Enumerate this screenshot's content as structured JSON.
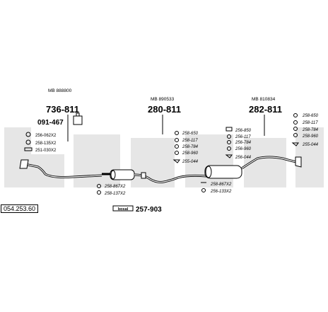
{
  "catalog_number": "054.253.60",
  "watermark": "bosal",
  "groups": [
    {
      "vehicle_ref": "MB 888800",
      "main_part": "736-811",
      "sub_part": "091-467"
    },
    {
      "vehicle_ref": "MB 890533",
      "main_part": "280-811"
    },
    {
      "vehicle_ref": "MB 810834",
      "main_part": "282-811"
    }
  ],
  "part_labels": {
    "g1": [
      "256-062X2",
      "258-135X2",
      "251-030X2"
    ],
    "g2_upper": [
      "258-650",
      "258-117",
      "258-784",
      "258-960",
      "255-044"
    ],
    "g2_lower": [
      "258-867X2",
      "258-137X2"
    ],
    "g3_mid": [
      "256-850",
      "256-117",
      "256-784",
      "256-960",
      "256-044"
    ],
    "g3_low": [
      "258-867X2",
      "256-133X2"
    ],
    "g4": [
      "258-650",
      "258-117",
      "258-784",
      "258-960",
      "255-044"
    ]
  },
  "kit": {
    "label": "bosal",
    "number": "257-903"
  }
}
